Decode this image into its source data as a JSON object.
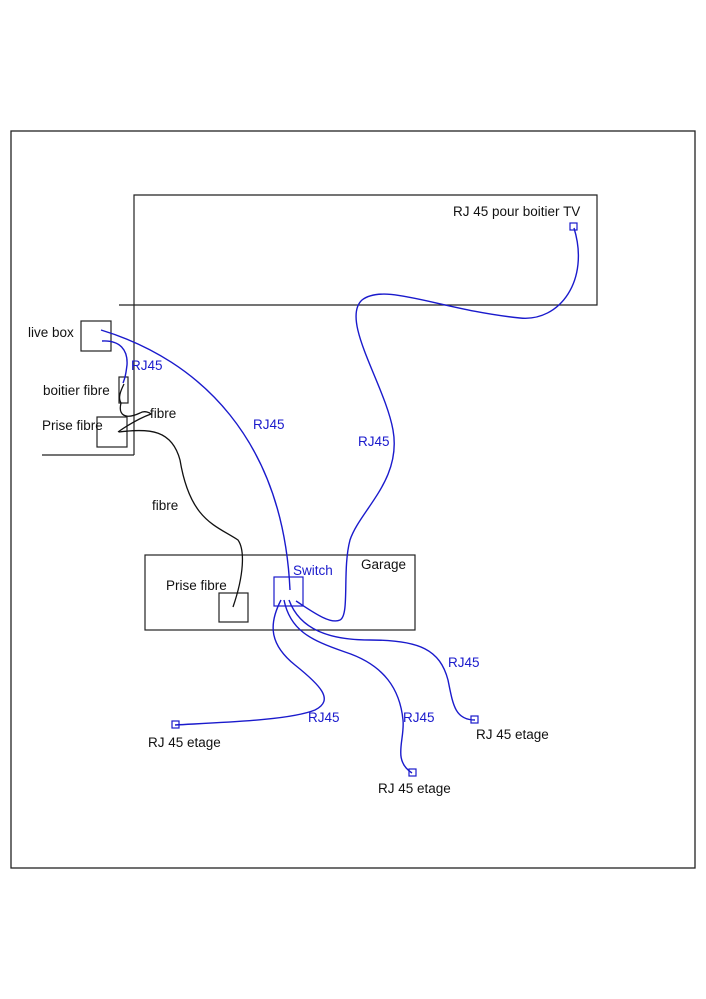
{
  "diagram": {
    "title": "Network wiring plan",
    "colors": {
      "ethernet_cable": "#1a1acc",
      "fibre_cable": "#111111",
      "outline": "#222222"
    },
    "rooms": {
      "upper_room": {
        "label": ""
      },
      "garage": {
        "label": "Garage"
      }
    },
    "devices": {
      "live_box": {
        "label": "live box"
      },
      "boitier_fibre": {
        "label": "boitier fibre"
      },
      "prise_fibre_main": {
        "label": "Prise fibre"
      },
      "prise_fibre_garage": {
        "label": "Prise fibre"
      },
      "switch": {
        "label": "Switch"
      }
    },
    "jacks": {
      "tv": {
        "label": "RJ 45 pour boitier TV"
      },
      "etage_left": {
        "label": "RJ 45 etage"
      },
      "etage_middle": {
        "label": "RJ 45 etage"
      },
      "etage_right": {
        "label": "RJ 45 etage"
      }
    },
    "cables": {
      "livebox_to_boitier": {
        "type": "RJ45",
        "label": "RJ45"
      },
      "boitier_to_prise": {
        "type": "fibre",
        "label": "fibre"
      },
      "prise_to_garage": {
        "type": "fibre",
        "label": "fibre"
      },
      "livebox_to_switch": {
        "type": "RJ45",
        "label": "RJ45"
      },
      "switch_to_tv": {
        "type": "RJ45",
        "label": "RJ45"
      },
      "switch_to_etage_left": {
        "type": "RJ45",
        "label": "RJ45"
      },
      "switch_to_etage_middle": {
        "type": "RJ45",
        "label": "RJ45"
      },
      "switch_to_etage_right": {
        "type": "RJ45",
        "label": "RJ45"
      }
    }
  }
}
